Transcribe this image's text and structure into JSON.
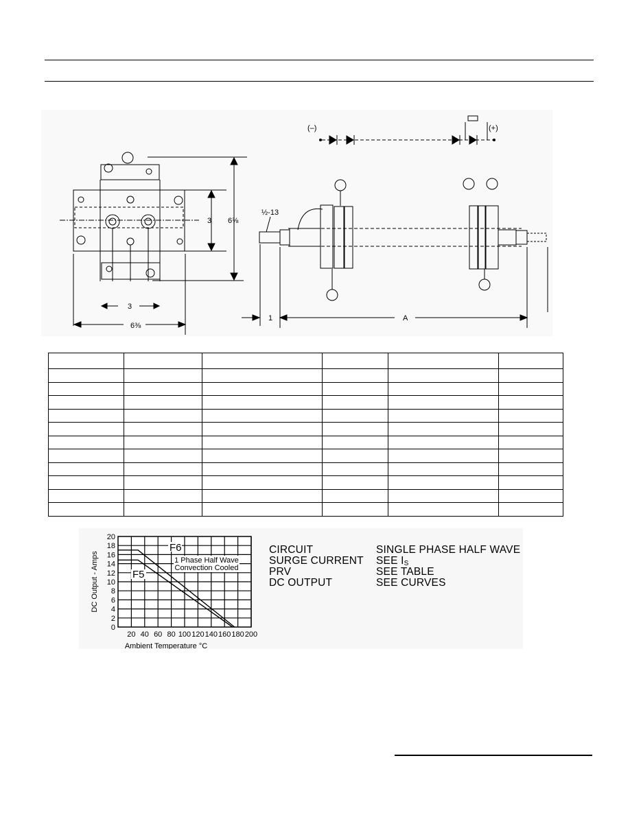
{
  "drawing": {
    "schematic": {
      "negative_label": "(–)",
      "positive_label": "(+)"
    },
    "front_view": {
      "height_inner": "3",
      "height_outer": "6⅜",
      "width_inner": "3",
      "width_outer": "6⅜"
    },
    "side_view": {
      "thread_label": "½-13",
      "offset_label": "1",
      "length_label": "A"
    }
  },
  "table": {
    "columns": 6,
    "rows": 12
  },
  "specs": [
    {
      "label": "CIRCUIT",
      "value": "SINGLE PHASE HALF WAVE"
    },
    {
      "label": "SURGE CURRENT",
      "value": "SEE I",
      "value_sub": "S"
    },
    {
      "label": "PRV",
      "value": "SEE TABLE"
    },
    {
      "label": "DC OUTPUT",
      "value": "SEE CURVES"
    }
  ],
  "chart_data": {
    "type": "line",
    "title": "",
    "xlabel": "Ambient Temperature °C",
    "ylabel": "DC Output - Amps",
    "xlim": [
      0,
      200
    ],
    "ylim": [
      0,
      20
    ],
    "xticks": [
      "20",
      "40",
      "60",
      "80",
      "100",
      "120",
      "140",
      "160",
      "180",
      "200"
    ],
    "yticks": [
      "0",
      "2",
      "4",
      "6",
      "8",
      "10",
      "12",
      "14",
      "16",
      "18",
      "20"
    ],
    "grid": true,
    "annotation": [
      "1 Phase Half Wave",
      "Convection Cooled"
    ],
    "series": [
      {
        "name": "F6",
        "x": [
          0,
          30,
          175
        ],
        "y": [
          17,
          17,
          0
        ]
      },
      {
        "name": "F5",
        "x": [
          0,
          30,
          172
        ],
        "y": [
          14.8,
          14.8,
          0
        ]
      }
    ]
  }
}
